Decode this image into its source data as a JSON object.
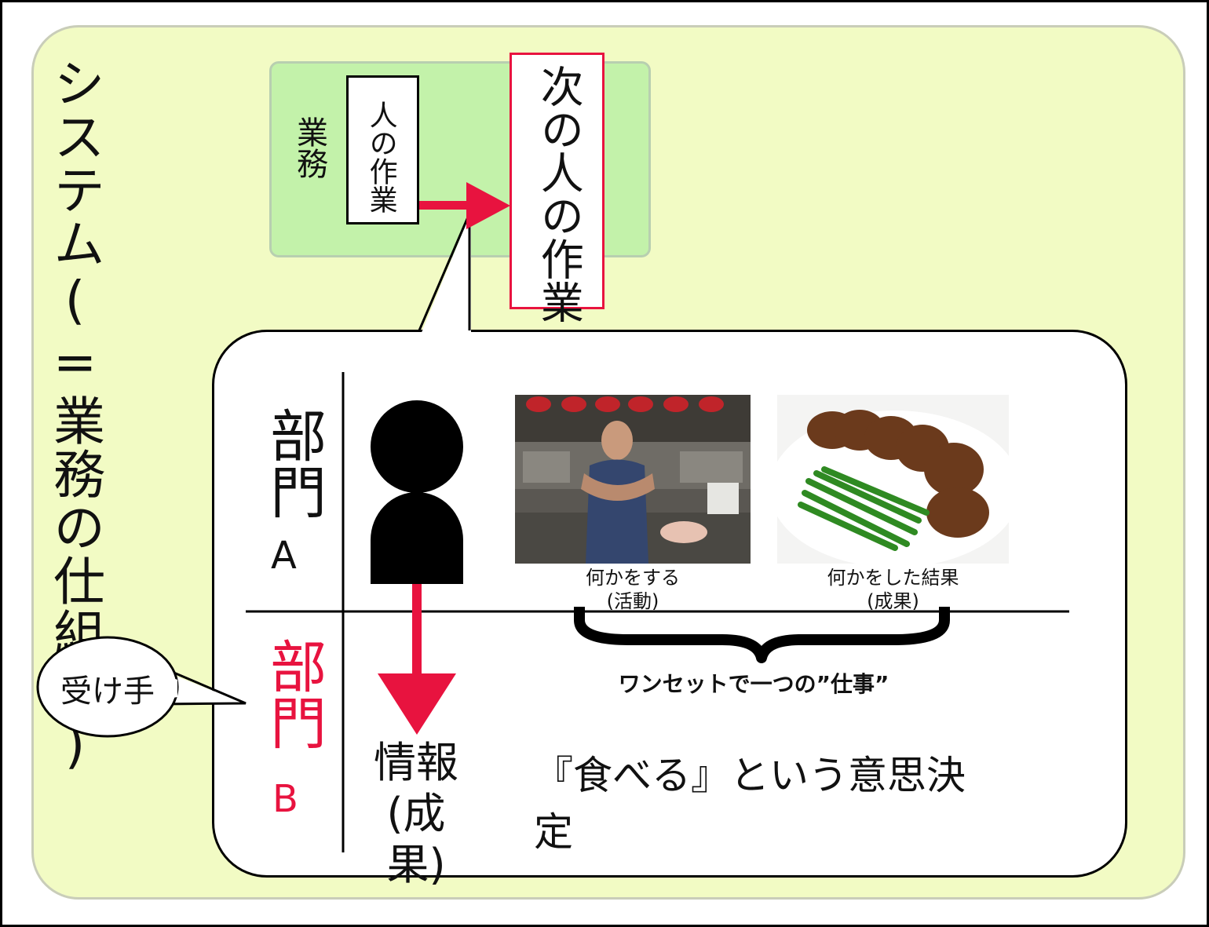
{
  "system": {
    "label": "システム(=業務の仕組み)"
  },
  "task": {
    "label": "業務",
    "work_label": "人の作業",
    "next_work_label": "次の人の作業"
  },
  "dept_a": {
    "name": "部門",
    "letter": "A"
  },
  "dept_b": {
    "name": "部門",
    "letter": "B"
  },
  "activity": {
    "caption_line1": "何かをする",
    "caption_line2": "(活動)"
  },
  "result": {
    "caption_line1": "何かをした結果",
    "caption_line2": "(成果)"
  },
  "oneset_label": "ワンセットで一つの”仕事”",
  "info": {
    "line1": "情報",
    "line2": "(成果)"
  },
  "decision_label": "『食べる』という意思決定",
  "receiver": {
    "label": "受け手"
  },
  "colors": {
    "accent_red": "#e8133f",
    "system_bg": "#f2fbc4",
    "task_bg": "#c3f2aa"
  }
}
